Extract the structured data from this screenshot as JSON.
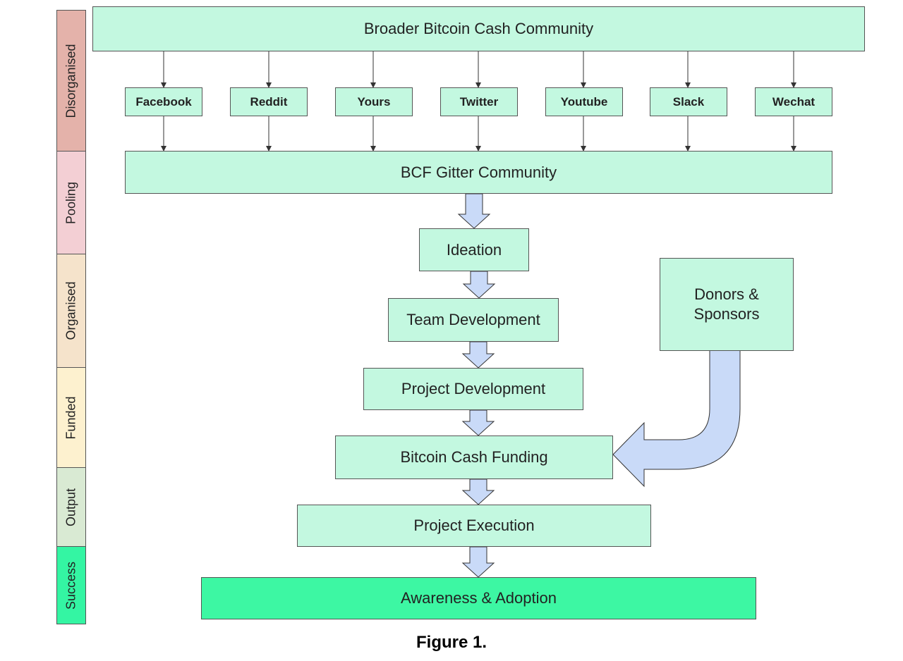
{
  "colors": {
    "disorganised": "#e4b2aa",
    "pooling": "#f3cfd4",
    "organised": "#f5e3cb",
    "funded": "#fdf1cf",
    "output": "#d9ead3",
    "success": "#34f5a3",
    "node": "#c3f8e0",
    "node_success": "#3df7a3",
    "arrow_fill": "#c9daf8",
    "arrow_stroke": "#333333"
  },
  "stages": [
    "Disorganised",
    "Pooling",
    "Organised",
    "Funded",
    "Output",
    "Success"
  ],
  "nodes": {
    "broader": "Broader Bitcoin Cash Community",
    "channels": [
      "Facebook",
      "Reddit",
      "Yours",
      "Twitter",
      "Youtube",
      "Slack",
      "Wechat"
    ],
    "gitter": "BCF Gitter Community",
    "ideation": "Ideation",
    "team": "Team Development",
    "project_dev": "Project Development",
    "funding": "Bitcoin Cash Funding",
    "execution": "Project Execution",
    "adoption": "Awareness & Adoption",
    "donors": "Donors &\nSponsors"
  },
  "caption": "Figure 1."
}
